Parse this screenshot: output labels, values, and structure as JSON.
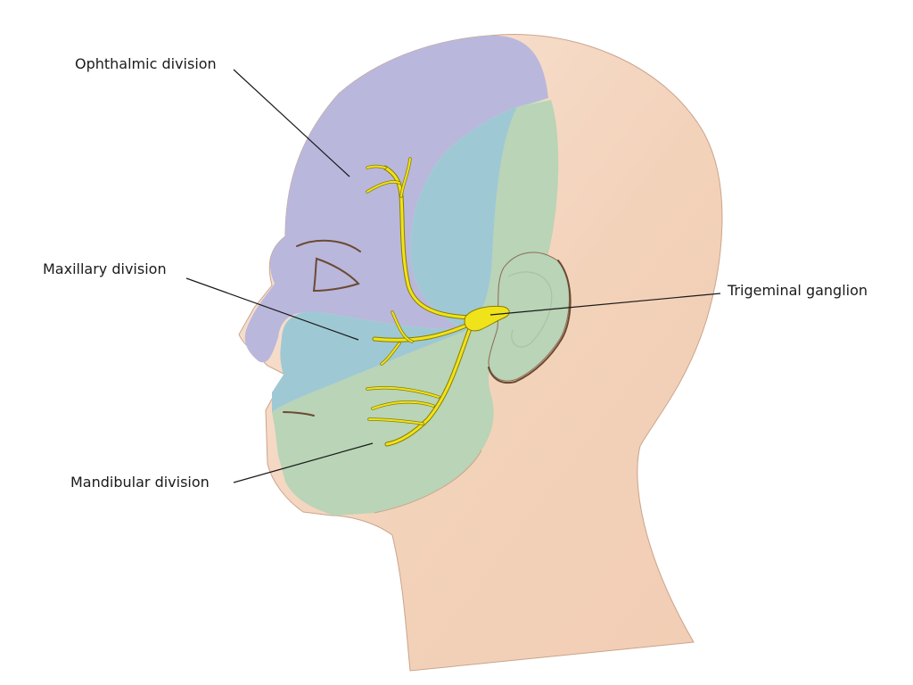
{
  "labels": {
    "ophthalmic": "Ophthalmic division",
    "maxillary": "Maxillary division",
    "mandibular": "Mandibular division",
    "ganglion": "Trigeminal ganglion"
  },
  "colors": {
    "skin": "#f4d3bc",
    "skin_highlight": "#f7e2d3",
    "skin_outline": "#c9a48a",
    "ophthalmic_region": "#b9b7dc",
    "maxillary_region": "#9ec9d4",
    "mandibular_region": "#b9d4b6",
    "nerve": "#f0e31a",
    "contour": "#6b4a32"
  }
}
